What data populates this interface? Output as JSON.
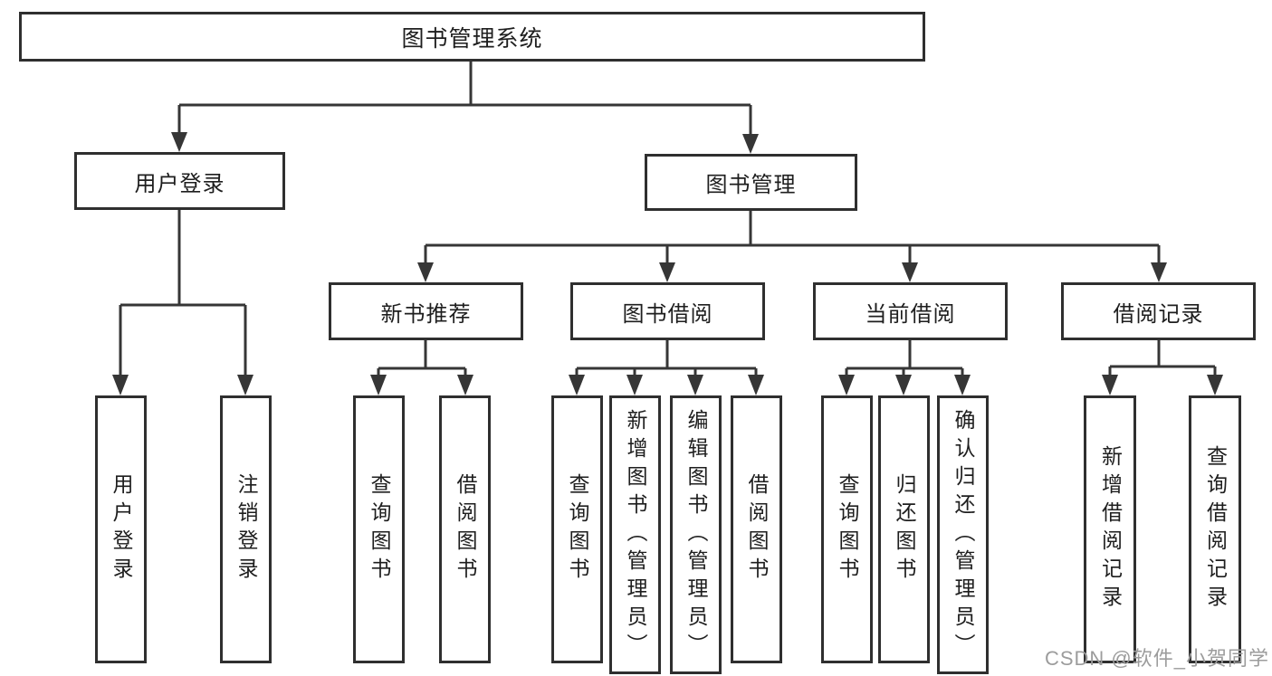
{
  "tree": {
    "label": "图书管理系统",
    "children": [
      {
        "label": "用户登录",
        "children": [
          {
            "label": "用户登录"
          },
          {
            "label": "注销登录"
          }
        ]
      },
      {
        "label": "图书管理",
        "children": [
          {
            "label": "新书推荐",
            "children": [
              {
                "label": "查询图书"
              },
              {
                "label": "借阅图书"
              }
            ]
          },
          {
            "label": "图书借阅",
            "children": [
              {
                "label": "查询图书"
              },
              {
                "label": "新增图书（管理员）"
              },
              {
                "label": "编辑图书（管理员）"
              },
              {
                "label": "借阅图书"
              }
            ]
          },
          {
            "label": "当前借阅",
            "children": [
              {
                "label": "查询图书"
              },
              {
                "label": "归还图书"
              },
              {
                "label": "确认归还（管理员）"
              }
            ]
          },
          {
            "label": "借阅记录",
            "children": [
              {
                "label": "新增借阅记录"
              },
              {
                "label": "查询借阅记录"
              }
            ]
          }
        ]
      }
    ]
  },
  "watermark": {
    "text": "CSDN @软件_小贺同学"
  },
  "colors": {
    "line": "#363636",
    "box_border": "#2f2f2f",
    "text": "#1e1e1e",
    "watermark": "#9c9c9c",
    "background": "#ffffff"
  }
}
